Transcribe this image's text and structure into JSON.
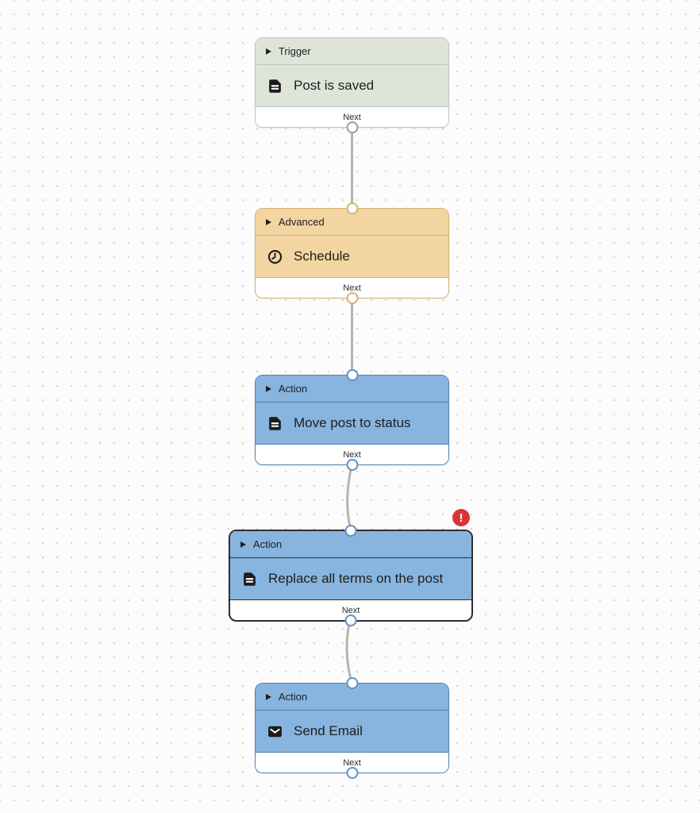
{
  "canvas": {
    "background_color": "#fcfcfc",
    "dot_color": "#d7d7d7",
    "connector_color": "#b4b4b4"
  },
  "nodes": [
    {
      "category": "Trigger",
      "title": "Post is saved",
      "icon": "post-document-icon",
      "footer_label": "Next",
      "colors": {
        "bg": "#dfe4d9",
        "border": "#bcc6b4",
        "port": "#b687b7"
      },
      "has_input": false,
      "has_output": true,
      "error": false
    },
    {
      "category": "Advanced",
      "title": "Schedule",
      "icon": "clock-icon",
      "footer_label": "Next",
      "colors": {
        "bg": "#f2d5a1",
        "border": "#d4af70",
        "port": "#d6b275"
      },
      "has_input": true,
      "has_output": true,
      "error": false
    },
    {
      "category": "Action",
      "title": "Move post to status",
      "icon": "post-document-icon",
      "footer_label": "Next",
      "colors": {
        "bg": "#87b5df",
        "border": "#4e81b1",
        "port": "#5d92c4"
      },
      "has_input": true,
      "has_output": true,
      "error": false
    },
    {
      "category": "Action",
      "title": "Replace all terms on the post",
      "icon": "post-document-icon",
      "footer_label": "Next",
      "colors": {
        "bg": "#87b5df",
        "border": "#2f2f2f",
        "port": "#5d92c4"
      },
      "has_input": true,
      "has_output": true,
      "error": true
    },
    {
      "category": "Action",
      "title": "Send Email",
      "icon": "email-icon",
      "footer_label": "Next",
      "colors": {
        "bg": "#87b5df",
        "border": "#4e81b1",
        "port": "#5d92c4"
      },
      "has_input": true,
      "has_output": true,
      "error": false
    }
  ],
  "error_badge": {
    "symbol": "!",
    "color": "#d63638"
  }
}
